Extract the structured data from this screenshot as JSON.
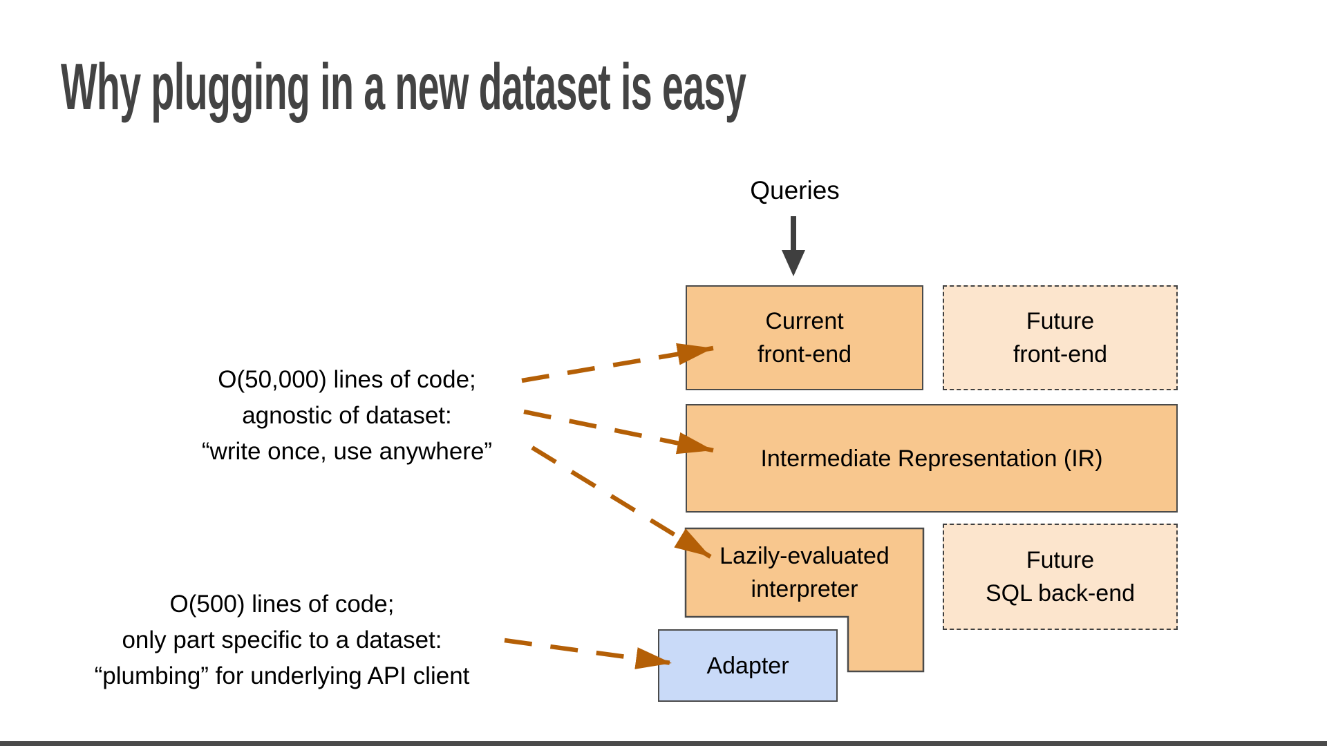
{
  "slide": {
    "title": "Why plugging in a new dataset is easy"
  },
  "diagram": {
    "queries_label": "Queries",
    "boxes": {
      "current_frontend": {
        "line1": "Current",
        "line2": "front-end"
      },
      "future_frontend": {
        "line1": "Future",
        "line2": "front-end"
      },
      "ir": {
        "label": "Intermediate Representation (IR)"
      },
      "interpreter": {
        "line1": "Lazily-evaluated",
        "line2": "interpreter"
      },
      "future_sql": {
        "line1": "Future",
        "line2": "SQL back-end"
      },
      "adapter": {
        "label": "Adapter"
      }
    },
    "annotations": {
      "frontend_note": {
        "line1": "O(50,000) lines of code;",
        "line2": "agnostic of dataset:",
        "line3": "“write once, use anywhere”"
      },
      "adapter_note": {
        "line1": "O(500) lines of code;",
        "line2": "only part specific to a dataset:",
        "line3": "“plumbing” for underlying API client"
      }
    }
  },
  "colors": {
    "title_color": "#434343",
    "solid_box_fill": "#f8c78e",
    "future_box_fill": "#fce5cd",
    "adapter_fill": "#c9daf8",
    "box_border": "#4a4a4a",
    "dashed_border": "#3f3f3f",
    "arrow_orange": "#b45f06",
    "queries_arrow": "#3f3f3f",
    "bottom_bar": "#4a4a4a"
  }
}
